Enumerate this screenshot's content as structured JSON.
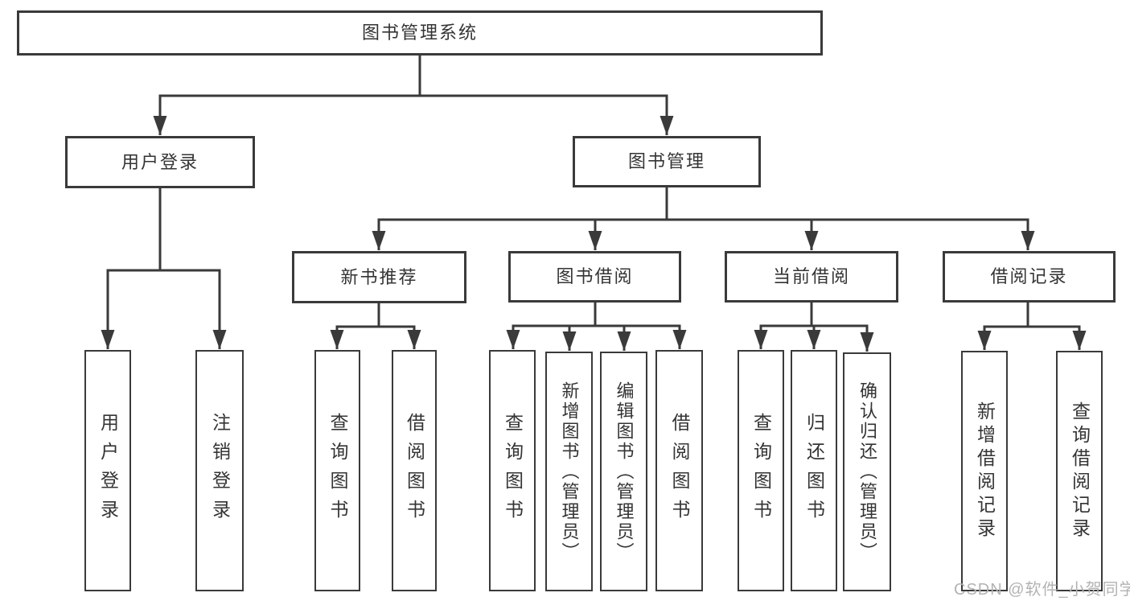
{
  "diagram": {
    "tree": {
      "label": "图书管理系统",
      "children": [
        {
          "label": "用户登录",
          "children": [
            {
              "label": "用户登录"
            },
            {
              "label": "注销登录"
            }
          ]
        },
        {
          "label": "图书管理",
          "children": [
            {
              "label": "新书推荐",
              "children": [
                {
                  "label": "查询图书"
                },
                {
                  "label": "借阅图书"
                }
              ]
            },
            {
              "label": "图书借阅",
              "children": [
                {
                  "label": "查询图书"
                },
                {
                  "label": "新增图书（管理员）"
                },
                {
                  "label": "编辑图书（管理员）"
                },
                {
                  "label": "借阅图书"
                }
              ]
            },
            {
              "label": "当前借阅",
              "children": [
                {
                  "label": "查询图书"
                },
                {
                  "label": "归还图书"
                },
                {
                  "label": "确认归还（管理员）"
                }
              ]
            },
            {
              "label": "借阅记录",
              "children": [
                {
                  "label": "新增借阅记录"
                },
                {
                  "label": "查询借阅记录"
                }
              ]
            }
          ]
        }
      ]
    },
    "colors": {
      "line": "#3a3a3a",
      "text": "#343434",
      "background": "#ffffff",
      "watermark": "#b3b3b3"
    }
  },
  "watermark": {
    "text": "CSDN @软件_小贺同学"
  }
}
